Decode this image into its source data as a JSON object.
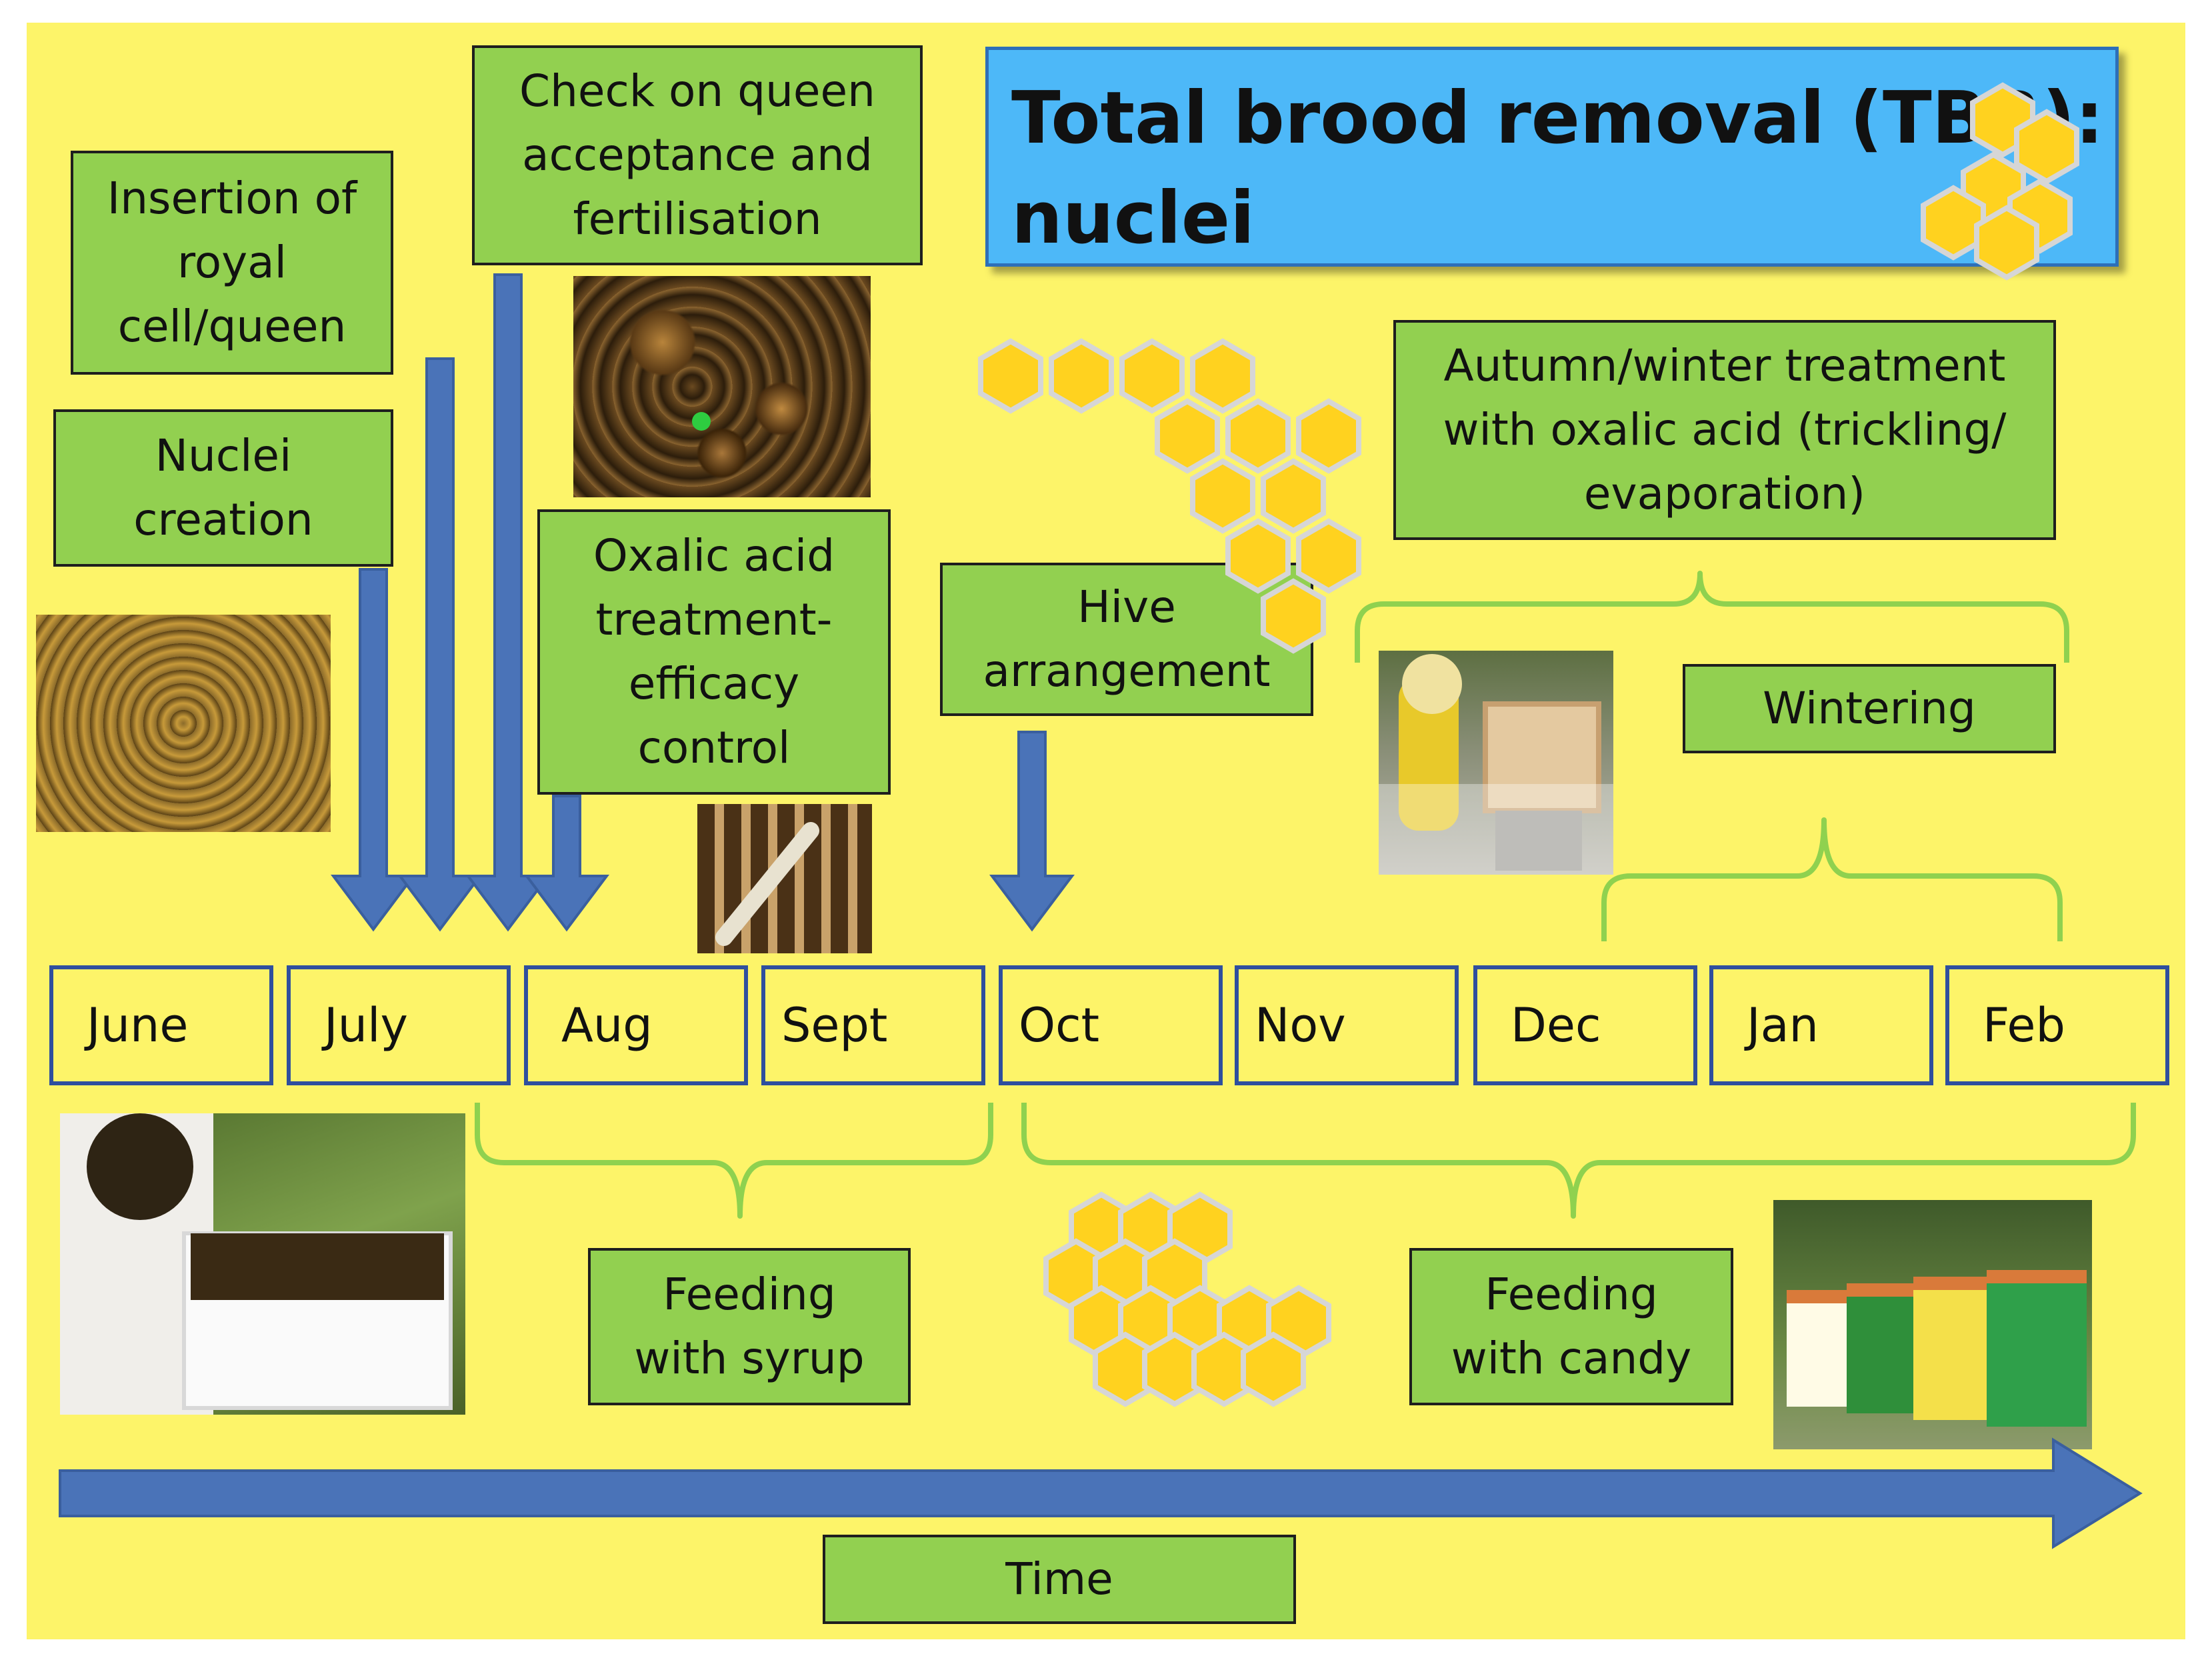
{
  "title": {
    "line1": "Total brood removal (TBR):",
    "line2": "nuclei"
  },
  "boxes": {
    "insertion": [
      "Insertion of",
      "royal",
      "cell/queen"
    ],
    "nuclei": [
      "Nuclei",
      "creation"
    ],
    "check": [
      "Check on queen",
      "acceptance and",
      "fertilisation"
    ],
    "oxalic": [
      "Oxalic acid",
      "treatment-",
      "efficacy",
      "control"
    ],
    "hive": [
      "Hive",
      "arrangement"
    ],
    "autumn": [
      "Autumn/winter treatment",
      "with oxalic acid (trickling/",
      "evaporation)"
    ],
    "wintering": [
      "Wintering"
    ],
    "syrup": [
      "Feeding",
      "with syrup"
    ],
    "candy": [
      "Feeding",
      "with candy"
    ],
    "time": [
      "Time"
    ]
  },
  "months": [
    "June",
    "July",
    "Aug",
    "Sept",
    "Oct",
    "Nov",
    "Dec",
    "Jan",
    "Feb"
  ],
  "colors": {
    "background": "#fdf469",
    "box_fill": "#92d050",
    "title_fill": "#4db8f8",
    "arrow": "#4a73b8",
    "brace": "#8fd14f",
    "hexagon": "#ffd21f",
    "month_border": "#2f4f9e"
  }
}
